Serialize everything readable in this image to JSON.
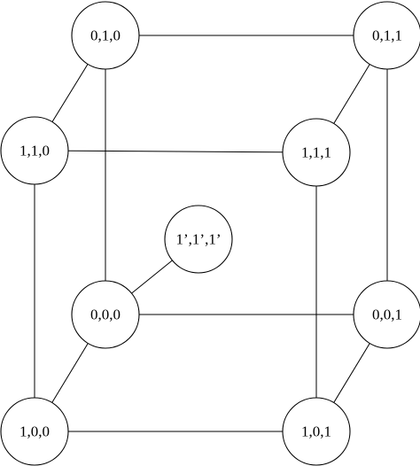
{
  "diagram": {
    "nodes": [
      {
        "id": "n010",
        "label": "0,1,0"
      },
      {
        "id": "n011",
        "label": "0,1,1"
      },
      {
        "id": "n110",
        "label": "1,1,0"
      },
      {
        "id": "n111",
        "label": "1,1,1"
      },
      {
        "id": "nprime",
        "label": "1’,1’,1’"
      },
      {
        "id": "n000",
        "label": "0,0,0"
      },
      {
        "id": "n001",
        "label": "0,0,1"
      },
      {
        "id": "n100",
        "label": "1,0,0"
      },
      {
        "id": "n101",
        "label": "1,0,1"
      }
    ],
    "edges": [
      [
        "n010",
        "n011"
      ],
      [
        "n010",
        "n110"
      ],
      [
        "n011",
        "n111"
      ],
      [
        "n110",
        "n111"
      ],
      [
        "n010",
        "n000"
      ],
      [
        "n011",
        "n001"
      ],
      [
        "n110",
        "n100"
      ],
      [
        "n111",
        "n101"
      ],
      [
        "n000",
        "n001"
      ],
      [
        "n000",
        "n100"
      ],
      [
        "n001",
        "n101"
      ],
      [
        "n100",
        "n101"
      ],
      [
        "n000",
        "nprime"
      ]
    ]
  }
}
